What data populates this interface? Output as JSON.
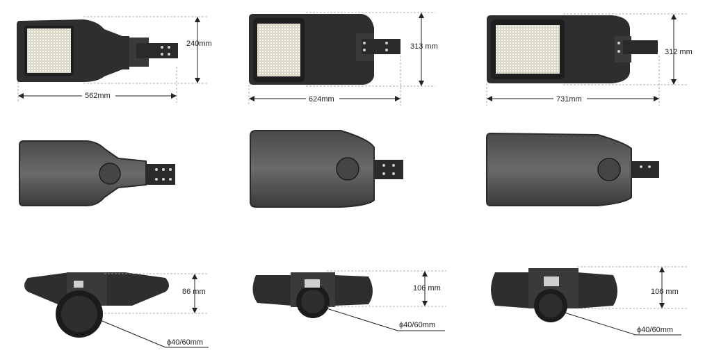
{
  "dimensions": {
    "small": {
      "width": "562mm",
      "height": "240mm",
      "side_height": "86 mm",
      "diameter": "ϕ40/60mm"
    },
    "medium": {
      "width": "624mm",
      "height": "313 mm",
      "side_height": "106 mm",
      "diameter": "ϕ40/60mm"
    },
    "large": {
      "width": "731mm",
      "height": "312 mm",
      "side_height": "106 mm",
      "diameter": "ϕ40/60mm"
    }
  },
  "colors": {
    "housing": "#2e2e30",
    "led_panel": "#e8e6d8",
    "dimension_line": "#222222"
  }
}
